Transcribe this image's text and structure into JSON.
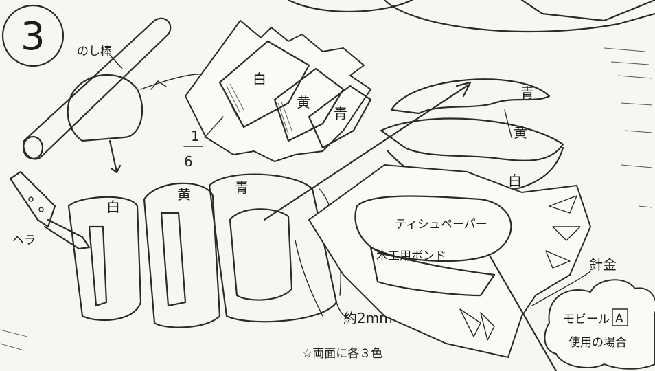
{
  "step": {
    "number": "3"
  },
  "labels": {
    "rolling_pin": "のし棒",
    "spatula": "ヘラ",
    "white": "白",
    "yellow": "黄",
    "blue": "青",
    "fraction_numerator": "1",
    "fraction_denominator": "6",
    "tissue_paper": "ティシュペーパー",
    "wood_glue": "木工用ボンド",
    "wire": "針金",
    "thickness": "約2mm",
    "both_sides_note": "☆両面に各３色",
    "mobile_note_line1": "モビール",
    "mobile_note_box": "A",
    "mobile_note_line2": "使用の場合"
  }
}
